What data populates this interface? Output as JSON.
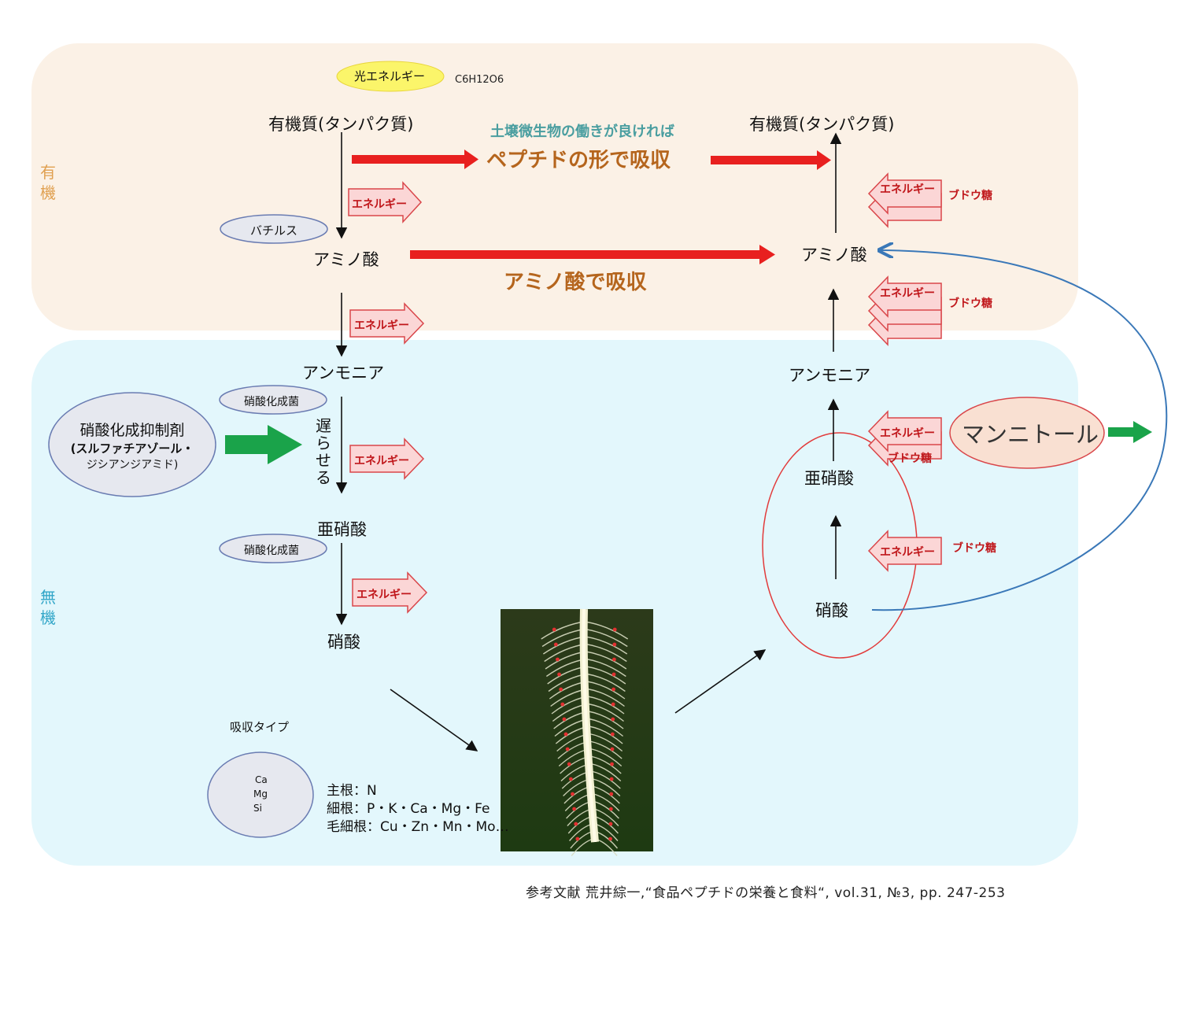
{
  "colors": {
    "organic_bg": "#fbf1e6",
    "inorganic_bg": "#e3f7fc",
    "red_arrow": "#e8201f",
    "energy_fill": "#fbd6d6",
    "energy_stroke": "#d9464a",
    "green_arrow": "#1aa34a",
    "blue_curve": "#3a78b8",
    "yellow_oval": "#fbf56a",
    "gray_oval": "#e6e8ef",
    "mannitol_oval": "#f9e0d2"
  },
  "regions": {
    "organic_label": "有機",
    "inorganic_label": "無機"
  },
  "left": {
    "light_energy": "光エネルギー",
    "glucose_formula": "C6H12O6",
    "protein": "有機質(タンパク質)",
    "bacillus": "バチルス",
    "amino_acid": "アミノ酸",
    "ammonia": "アンモニア",
    "nitrifier_1": "硝酸化成菌",
    "inhibitor_title": "硝酸化成抑制剤",
    "inhibitor_sub1": "(スルファチアゾール・",
    "inhibitor_sub2": "ジシアンジアミド)",
    "delay": "遅らせる",
    "nitrite": "亜硝酸",
    "nitrifier_2": "硝酸化成菌",
    "nitrate": "硝酸",
    "absorption_type": "吸収タイプ",
    "ca": "Ca",
    "mg": "Mg",
    "si": "Si",
    "main_root": "主根：N",
    "fine_root": "細根：P・K・Ca・Mg・Fe",
    "root_hair": "毛細根：Cu・Zn・Mn・Mo…"
  },
  "middle": {
    "soil_microbe": "土壌微生物の働きが良ければ",
    "peptide_absorb": "ペプチドの形で吸収",
    "amino_absorb": "アミノ酸で吸収"
  },
  "right": {
    "protein": "有機質(タンパク質)",
    "amino_acid": "アミノ酸",
    "ammonia": "アンモニア",
    "nitrite": "亜硝酸",
    "nitrate": "硝酸",
    "mannitol": "マンニトール"
  },
  "energy": "エネルギー",
  "sugar": "ブドウ糖",
  "reference": "参考文献 荒井綜一,“食品ペプチドの栄養と食料“, vol.31, №3, pp. 247-253"
}
